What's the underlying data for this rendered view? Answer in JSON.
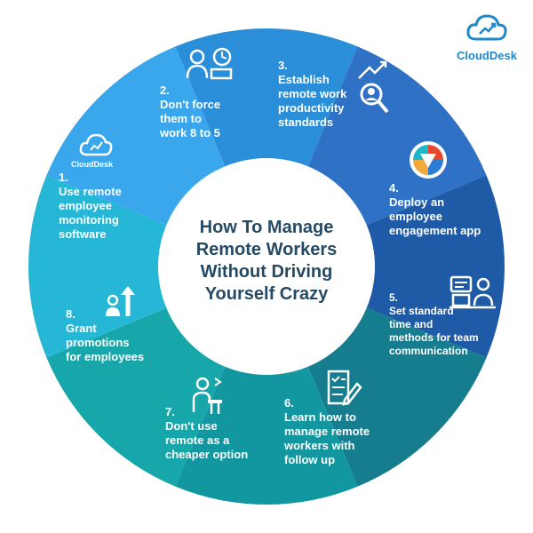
{
  "brand": {
    "name": "CloudDesk",
    "color": "#1e88c9"
  },
  "center": {
    "title": "How To Manage\nRemote Workers\nWithout Driving\nYourself Crazy",
    "color": "#264a64"
  },
  "segments": [
    {
      "number": "1.",
      "label": "Use remote\nemployee\nmonitoring\nsoftware",
      "color": "#3aa7ec",
      "icon": "clouddesk-logo-icon"
    },
    {
      "number": "2.",
      "label": "Don't force\nthem to\nwork 8 to 5",
      "color": "#2b8ed9",
      "icon": "worker-clock-icon"
    },
    {
      "number": "3.",
      "label": "Establish\nremote work\nproductivity\nstandards",
      "color": "#2f71c4",
      "icon": "productivity-search-icon"
    },
    {
      "number": "4.",
      "label": "Deploy an\nemployee\nengagement app",
      "color": "#1f5aa6",
      "icon": "engagement-app-icon"
    },
    {
      "number": "5.",
      "label": "Set standard\ntime and\nmethods for team\ncommunication",
      "color": "#167d8f",
      "icon": "team-communication-icon"
    },
    {
      "number": "6.",
      "label": "Learn how to\nmanage remote\nworkers with\nfollow up",
      "color": "#1296a0",
      "icon": "checklist-pen-icon"
    },
    {
      "number": "7.",
      "label": "Don't use\nremote as a\ncheaper option",
      "color": "#17a7aa",
      "icon": "remote-desk-icon"
    },
    {
      "number": "8.",
      "label": "Grant\npromotions\nfor employees",
      "color": "#25b7d5",
      "icon": "promotion-arrow-icon"
    }
  ]
}
